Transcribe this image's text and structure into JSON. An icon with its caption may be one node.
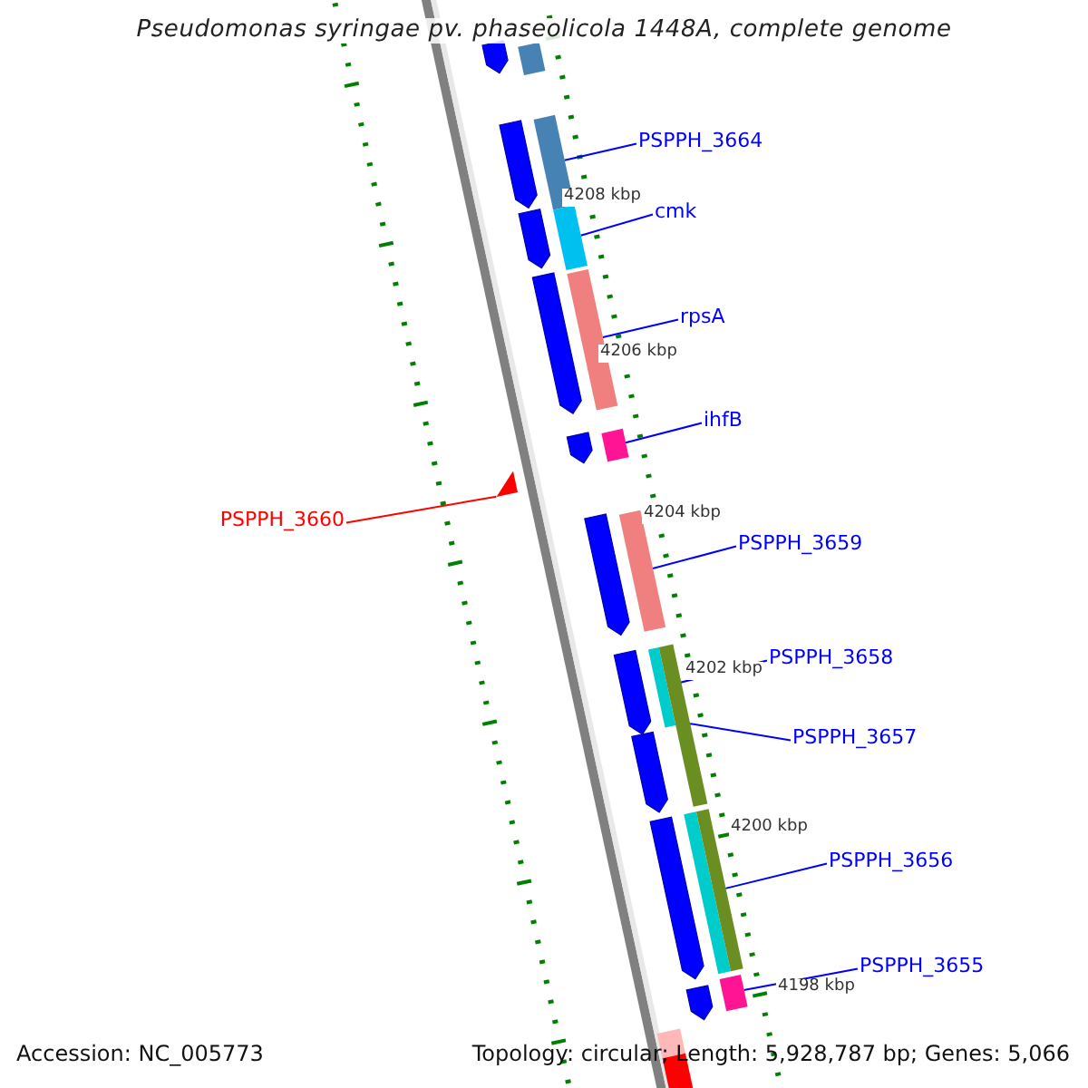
{
  "diagram": {
    "title": "Pseudomonas syringae pv. phaseolicola 1448A, complete genome",
    "nodes": [
      {
        "text": [
          "PSPPH_3664"
        ]
      },
      {
        "text": [
          "cmk"
        ]
      },
      {
        "text": [
          "rpsA"
        ]
      },
      {
        "text": [
          "ihfB"
        ]
      },
      {
        "text": [
          "PSPPH_3660"
        ]
      },
      {
        "text": [
          "PSPPH_3659"
        ]
      },
      {
        "text": [
          "PSPPH_3658"
        ]
      },
      {
        "text": [
          "PSPPH_3657"
        ]
      },
      {
        "text": [
          "PSPPH_3656"
        ]
      },
      {
        "text": [
          "PSPPH_3655"
        ]
      },
      {
        "text": [],
        "shape": "bar"
      },
      {
        "text": [],
        "shape": "bar"
      },
      {
        "text": [],
        "shape": "bar"
      },
      {
        "text": [],
        "shape": "bar"
      },
      {
        "text": [],
        "shape": "triangle"
      },
      {
        "text": [],
        "shape": "bar"
      },
      {
        "text": [],
        "shape": "bar"
      },
      {
        "text": [],
        "shape": "bar"
      },
      {
        "text": [],
        "shape": "bar"
      },
      {
        "text": [],
        "shape": "bar"
      },
      {
        "text": [],
        "shape": "block"
      },
      {
        "text": [],
        "shape": "block"
      },
      {
        "text": [],
        "shape": "block"
      },
      {
        "text": [],
        "shape": "block"
      },
      {
        "text": [],
        "shape": "block"
      },
      {
        "text": [],
        "shape": "block"
      },
      {
        "text": [],
        "shape": "block"
      },
      {
        "text": [],
        "shape": "block"
      },
      {
        "text": [],
        "shape": "block"
      },
      {
        "text": [],
        "shape": "block"
      }
    ],
    "edges": [
      {
        "from": 0,
        "to": 10,
        "arrow": "none"
      },
      {
        "from": 1,
        "to": 11,
        "arrow": "none"
      },
      {
        "from": 2,
        "to": 12,
        "arrow": "none"
      },
      {
        "from": 3,
        "to": 13,
        "arrow": "none"
      },
      {
        "from": 4,
        "to": 14,
        "arrow": "none",
        "color": "#ff0000"
      },
      {
        "from": 5,
        "to": 15,
        "arrow": "none"
      },
      {
        "from": 6,
        "to": 16,
        "arrow": "none"
      },
      {
        "from": 7,
        "to": 17,
        "arrow": "none"
      },
      {
        "from": 8,
        "to": 18,
        "arrow": "none"
      },
      {
        "from": 9,
        "to": 19,
        "arrow": "none"
      }
    ],
    "labels": [
      "4208 kbp",
      "4206 kbp",
      "4204 kbp",
      "4202 kbp",
      "4200 kbp",
      "4198 kbp",
      "Accession: NC_005773",
      "Topology: circular; Length: 5,928,787 bp; Genes: 5,066"
    ]
  }
}
